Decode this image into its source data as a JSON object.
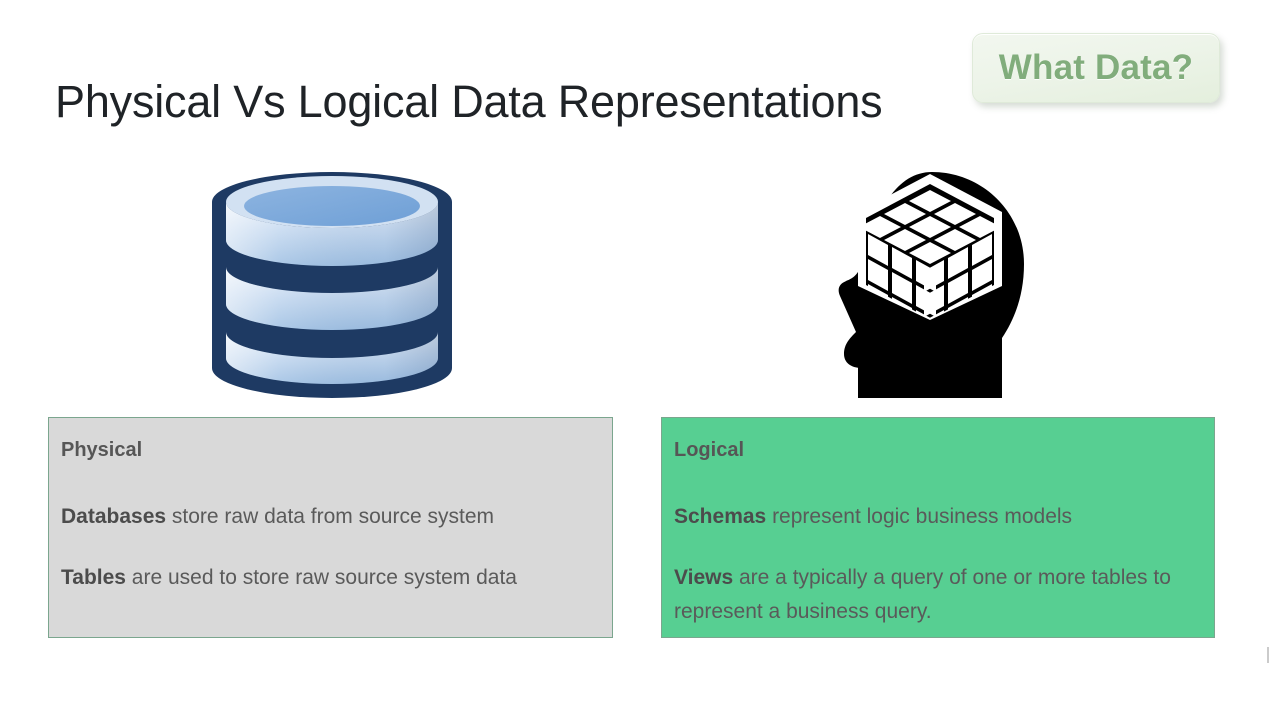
{
  "slide": {
    "title": "Physical Vs Logical Data Representations",
    "background_color": "#ffffff"
  },
  "badge": {
    "name": "what-data-badge",
    "label": "What Data?",
    "text_color": "#81ad7c",
    "background_color": "#edf4e9",
    "border_color": "#dfead9"
  },
  "icons": {
    "left": {
      "name": "database-cylinder-icon",
      "semantic": "database",
      "outline_color": "#1e3a63",
      "fill_color": "#aecbe8",
      "disc_count": 3
    },
    "right": {
      "name": "head-with-cube-icon",
      "semantic": "head-profile-with-rubiks-cube",
      "silhouette_color": "#000000",
      "cube_color": "#ffffff"
    }
  },
  "panels": [
    {
      "id": "physical",
      "heading": "Physical",
      "background_color": "#d9d9d9",
      "border_color": "#7ba68e",
      "lines": [
        {
          "bold": "Databases",
          "rest": " store raw data from source system"
        },
        {
          "bold": "Tables",
          "rest": " are used to store raw source system data"
        }
      ]
    },
    {
      "id": "logical",
      "heading": "Logical",
      "background_color": "#57cf92",
      "border_color": "#7ba68e",
      "lines": [
        {
          "bold": "Schemas",
          "rest": " represent logic business models"
        },
        {
          "bold": "Views",
          "rest": " are a typically a query of one or more tables to represent a business query."
        }
      ]
    }
  ]
}
